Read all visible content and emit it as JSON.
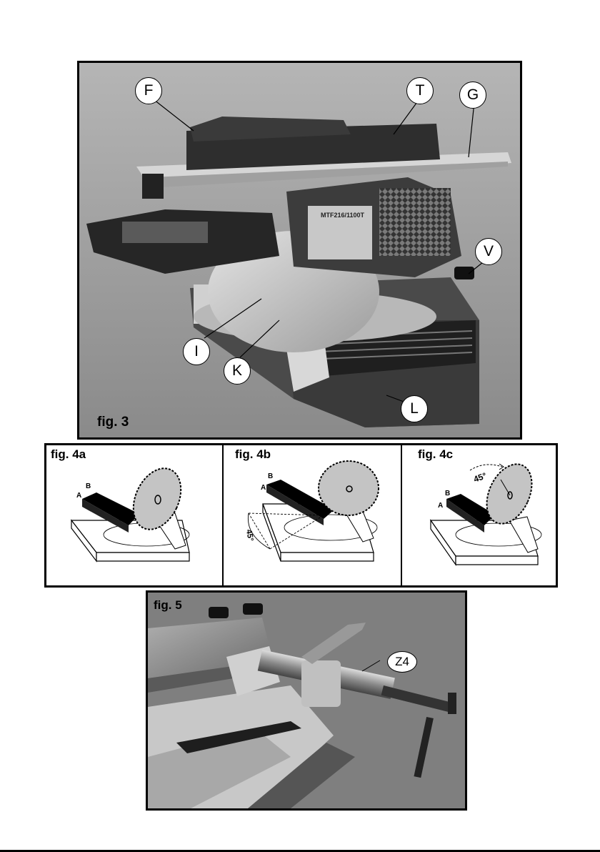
{
  "fig3": {
    "label": "fig. 3",
    "model_plate": "MTF216/1100T",
    "callouts": {
      "F": "F",
      "T": "T",
      "G": "G",
      "V": "V",
      "I": "I",
      "K": "K",
      "L": "L"
    }
  },
  "fig4": {
    "panels": [
      {
        "label": "fig. 4a",
        "a": "A",
        "b": "B"
      },
      {
        "label": "fig. 4b",
        "a": "A",
        "b": "B",
        "angle": "45°"
      },
      {
        "label": "fig. 4c",
        "a": "A",
        "b": "B",
        "angle": "45°"
      }
    ]
  },
  "fig5": {
    "label": "fig. 5",
    "callout": "Z4"
  }
}
